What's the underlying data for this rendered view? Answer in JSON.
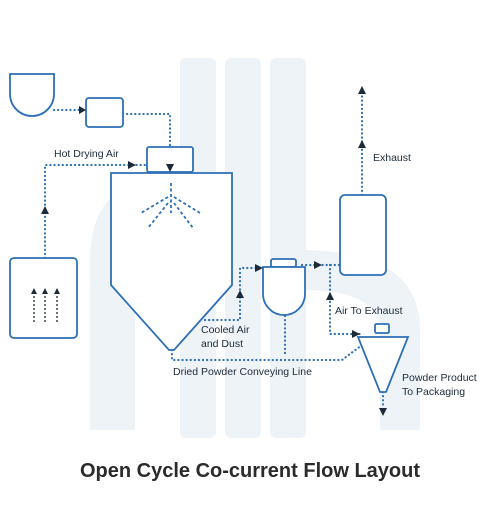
{
  "title": "Open Cycle Co-current Flow Layout",
  "labels": {
    "hot_drying_air": "Hot Drying Air",
    "exhaust": "Exhaust",
    "cooled_air_1": "Cooled Air",
    "cooled_air_2": "and Dust",
    "air_to_exhaust": "Air To Exhaust",
    "conveying_line": "Dried Powder Conveying Line",
    "powder_product_1": "Powder Product",
    "powder_product_2": "To Packaging"
  },
  "colors": {
    "line": "#2d6fb5",
    "text": "#1c2b39",
    "watermark": "#eef3f8"
  }
}
